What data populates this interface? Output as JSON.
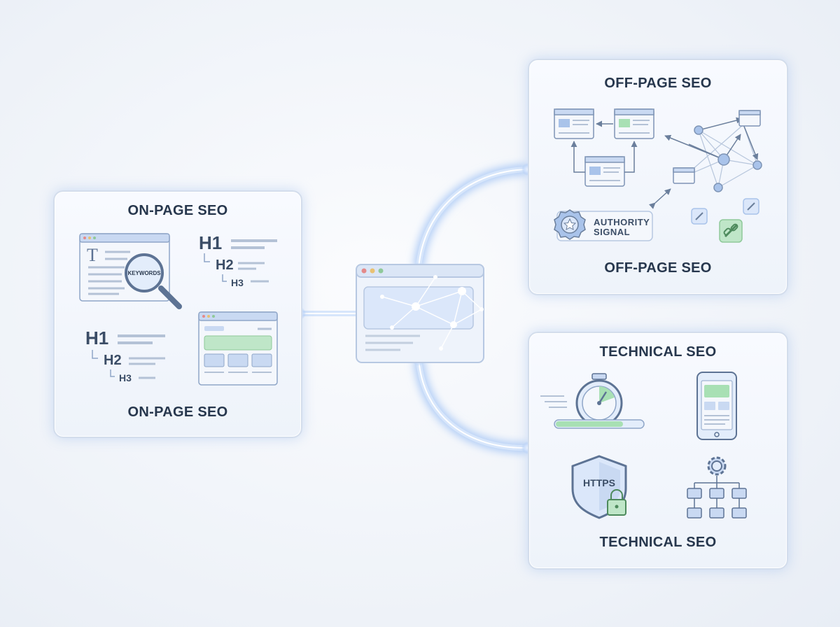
{
  "on_page": {
    "title_top": "ON-PAGE SEO",
    "title_bottom": "ON-PAGE SEO",
    "magnifier_label": "KEYWORDS",
    "text_glyph": "T",
    "headings_a": {
      "h1": "H1",
      "h2": "H2",
      "h3": "H3"
    },
    "headings_b": {
      "h1": "H1",
      "h2": "H2",
      "h3": "H3"
    },
    "icons": [
      "document-icon",
      "magnifier-icon",
      "heading-hierarchy-icon",
      "webpage-layout-icon"
    ]
  },
  "off_page": {
    "title_top": "OFF-PAGE SEO",
    "title_bottom": "OFF-PAGE SEO",
    "authority_label_line1": "AUTHORITY",
    "authority_label_line2": "SIGNAL",
    "icons": [
      "backlink-pages-icon",
      "link-network-icon",
      "badge-icon",
      "link-chain-icon"
    ]
  },
  "technical": {
    "title_top": "TECHNICAL SEO",
    "title_bottom": "TECHNICAL SEO",
    "shield_label": "HTTPS",
    "icons": [
      "stopwatch-icon",
      "progress-bar-icon",
      "mobile-phone-icon",
      "shield-lock-icon",
      "gear-sitemap-icon"
    ]
  },
  "center": {
    "icons": [
      "browser-network-icon"
    ]
  },
  "colors": {
    "accent_blue": "#8fb3e8",
    "accent_green": "#a8e0b4",
    "glow": "#bcd6ff",
    "border": "#d3ddec"
  }
}
